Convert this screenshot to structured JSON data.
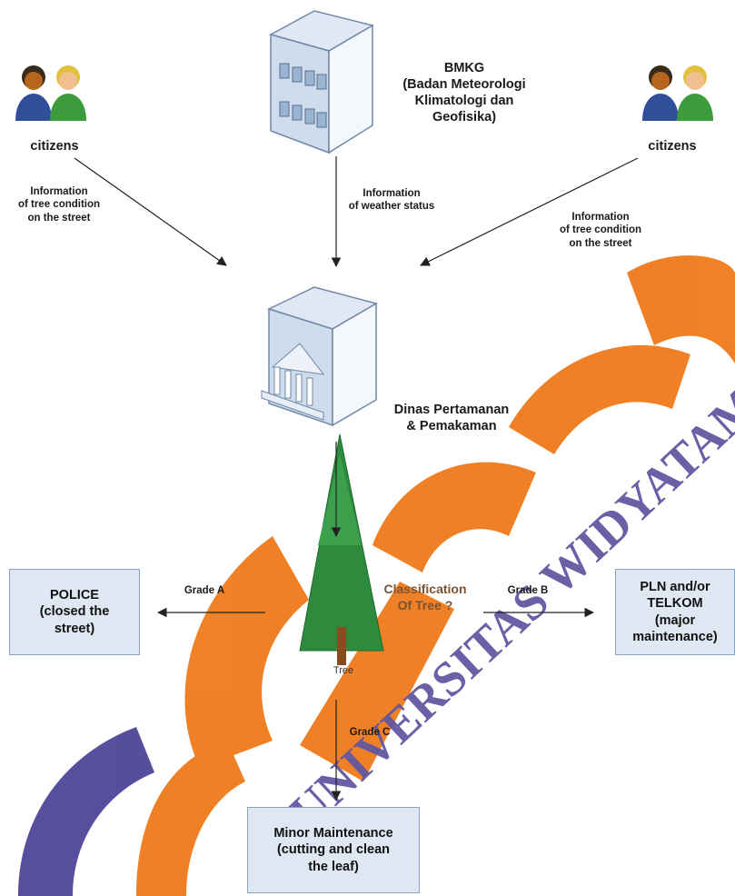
{
  "nodes": {
    "bmkg": "BMKG\n(Badan Meteorologi\nKlimatologi dan\nGeofisika)",
    "citizens_left": "citizens",
    "citizens_right": "citizens",
    "dinas": "Dinas Pertamanan\n& Pemakaman",
    "classification": "Classification\nOf Tree ?",
    "tree": "Tree",
    "police": "POLICE\n(closed the\nstreet)",
    "pln": "PLN and/or\nTELKOM\n(major\nmaintenance)",
    "minor": "Minor Maintenance\n(cutting and clean\nthe leaf)"
  },
  "edges": {
    "citizens_left_info": "Information\nof tree condition\non the street",
    "bmkg_info": "Information\nof weather status",
    "citizens_right_info": "Information\nof tree condition\non the street",
    "grade_a": "Grade A",
    "grade_b": "Grade B",
    "grade_c": "Grade C"
  },
  "watermark": {
    "text": "UNIVERSITAS WIDYATAMA",
    "colors": {
      "orange": "#f07a1a",
      "purple": "#5a4e9c"
    }
  }
}
